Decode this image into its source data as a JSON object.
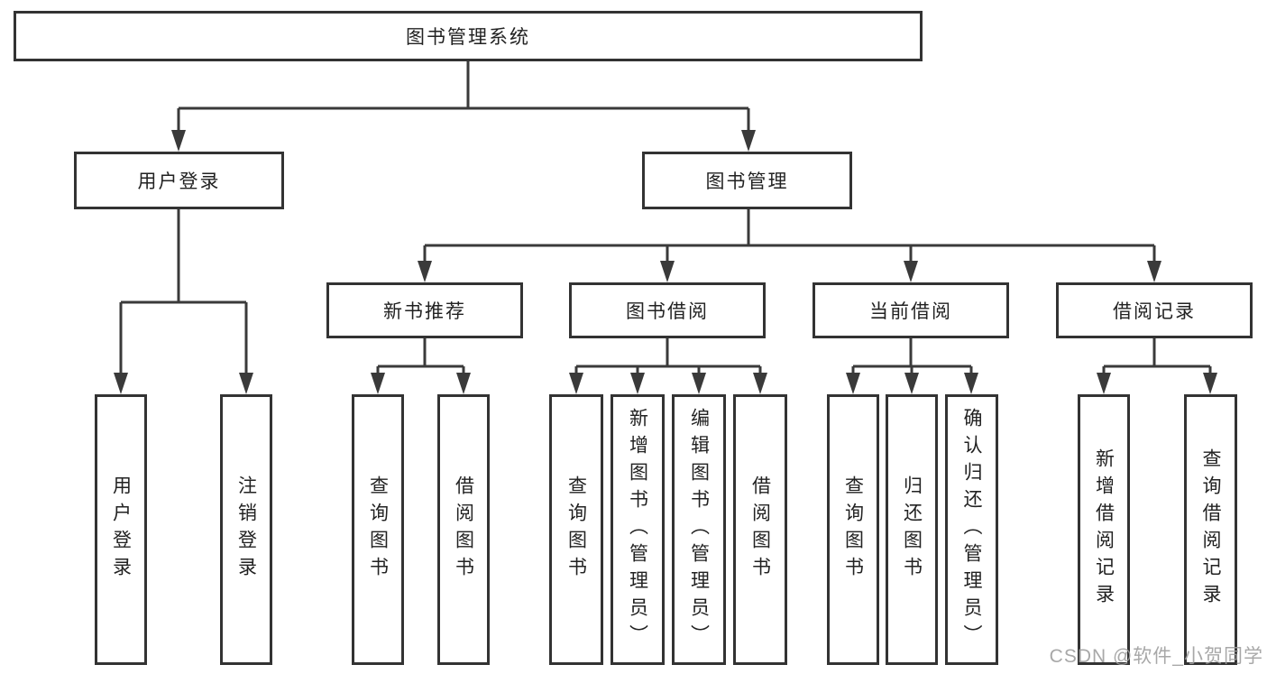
{
  "diagram": {
    "root": "图书管理系统",
    "branches": [
      {
        "label": "用户登录",
        "children": [
          {
            "label": "用户登录"
          },
          {
            "label": "注销登录"
          }
        ]
      },
      {
        "label": "图书管理",
        "children": [
          {
            "label": "新书推荐",
            "children": [
              {
                "label": "查询图书"
              },
              {
                "label": "借阅图书"
              }
            ]
          },
          {
            "label": "图书借阅",
            "children": [
              {
                "label": "查询图书"
              },
              {
                "label": "新增图书（管理员）"
              },
              {
                "label": "编辑图书（管理员）"
              },
              {
                "label": "借阅图书"
              }
            ]
          },
          {
            "label": "当前借阅",
            "children": [
              {
                "label": "查询图书"
              },
              {
                "label": "归还图书"
              },
              {
                "label": "确认归还（管理员）"
              }
            ]
          },
          {
            "label": "借阅记录",
            "children": [
              {
                "label": "新增借阅记录"
              },
              {
                "label": "查询借阅记录"
              }
            ]
          }
        ]
      }
    ]
  },
  "watermark": "CSDN @软件_小贺同学",
  "colors": {
    "line": "#3a3a3a",
    "box_border": "#333333",
    "box_bg": "#ffffff",
    "text": "#222222",
    "watermark": "#9e9e9e"
  }
}
